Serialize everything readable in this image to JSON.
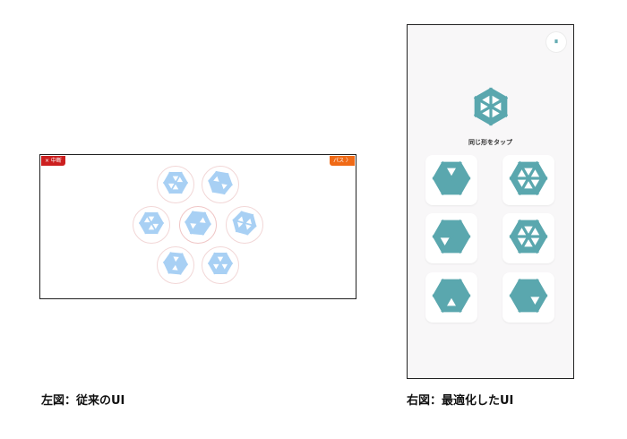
{
  "left_panel": {
    "quit_badge": "× 中断",
    "pass_badge": "パス 〉",
    "colors": {
      "tile_fill": "#a8d0f4",
      "tile_line": "#ffffff",
      "quit": "#cc1f1f",
      "pass": "#f06a16"
    }
  },
  "right_panel": {
    "pause_icon": "⏸",
    "prompt": "同じ形をタップ",
    "colors": {
      "shape": "#5aa7ae",
      "background": "#f8f7f8"
    }
  },
  "captions": {
    "left": "左図：従来のUI",
    "right": "右図：最適化したUI"
  }
}
